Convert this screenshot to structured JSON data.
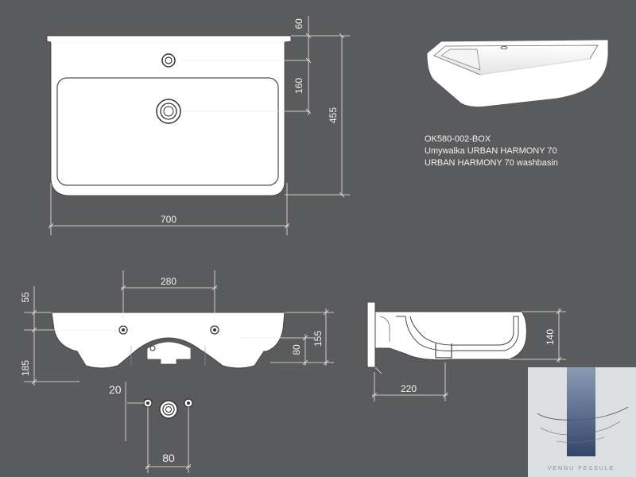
{
  "product": {
    "code": "OK580-002-BOX",
    "name_pl": "Umywalka URBAN HARMONY 70",
    "name_en": "URBAN HARMONY 70 washbasin"
  },
  "top_view": {
    "width": "700",
    "depth": "455",
    "back_ledge": "60",
    "drain_offset": "160"
  },
  "front_view": {
    "hole_spacing": "280",
    "top_offset": "55",
    "total_height": "185",
    "bowl_depth": "80",
    "body_height": "155"
  },
  "side_view": {
    "depth": "220",
    "height": "140"
  },
  "mounting": {
    "hole_diameter": "20",
    "distance": "80"
  },
  "logo": {
    "text": "VENNU PESSULE",
    "colors": {
      "panel": "#dcdfe2",
      "bar": "#3b4a66"
    }
  }
}
